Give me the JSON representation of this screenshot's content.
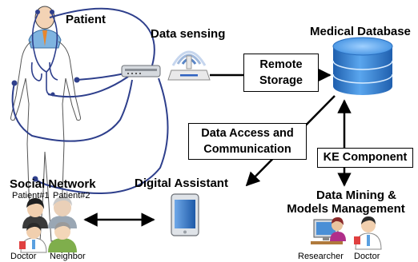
{
  "labels": {
    "patient": "Patient",
    "data_sensing": "Data sensing",
    "medical_database": "Medical Database",
    "social_network": "Social Network",
    "patient1": "Patient#1",
    "patient2": "Patient#2",
    "doctor_left": "Doctor",
    "neighbor": "Neighbor",
    "digital_assistant": "Digital Assistant",
    "data_mining_line1": "Data Mining &",
    "data_mining_line2": "Models Management",
    "researcher": "Researcher",
    "doctor_right": "Doctor"
  },
  "boxes": {
    "remote_storage_line1": "Remote",
    "remote_storage_line2": "Storage",
    "data_access_line1": "Data Access and",
    "data_access_line2": "Communication",
    "ke_component": "KE Component"
  },
  "colors": {
    "cable": "#2e3f8c",
    "database_blue": "#2f7fd0",
    "skin": "#f3d3b5",
    "router_signal": "#5a86c6"
  },
  "icons": [
    "patient-body-icon",
    "router-hub-icon",
    "wifi-router-icon",
    "database-cylinder-icon",
    "tablet-icon",
    "patient1-avatar-icon",
    "patient2-avatar-icon",
    "doctor-avatar-icon",
    "neighbor-avatar-icon",
    "researcher-computer-icon",
    "doctor-right-icon"
  ]
}
